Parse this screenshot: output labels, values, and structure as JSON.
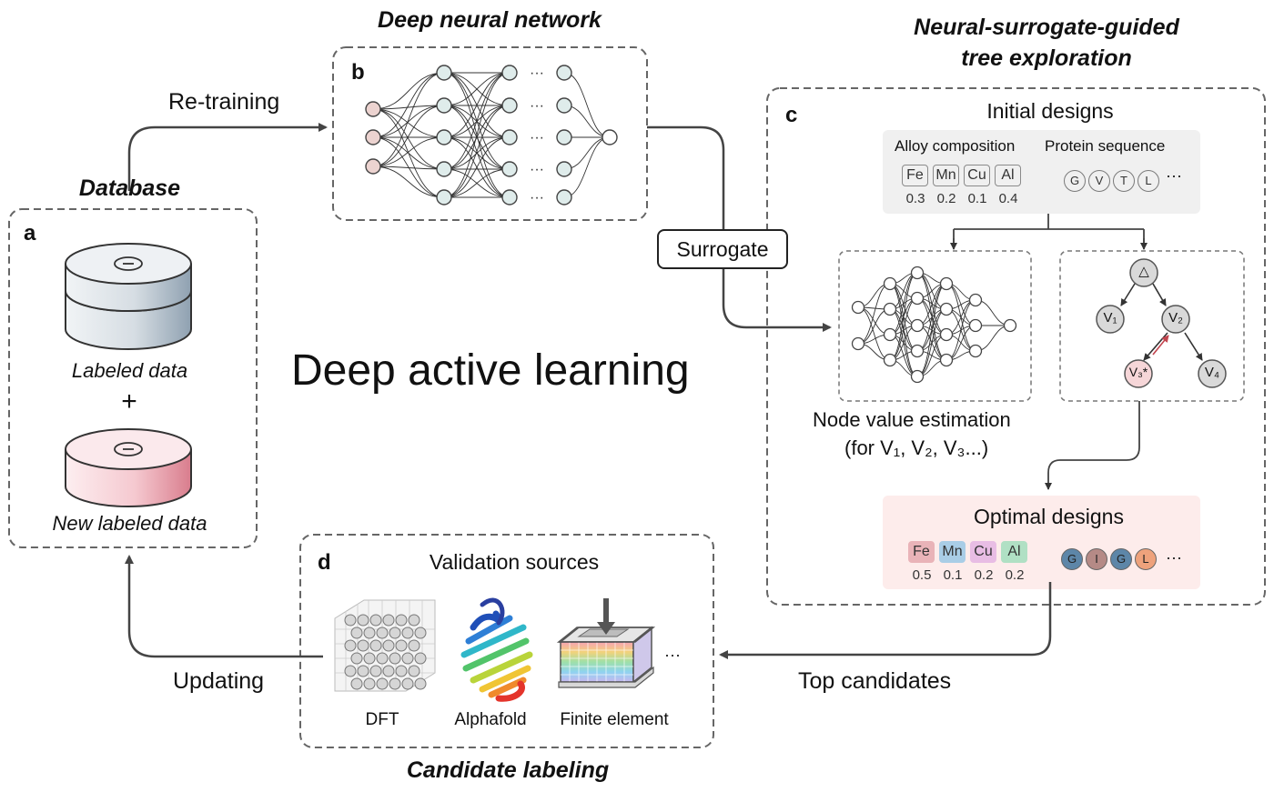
{
  "main_title": "Deep active learning",
  "database": {
    "title": "Database",
    "letter": "a",
    "labeled": "Labeled data",
    "plus": "+",
    "new_labeled": "New labeled data"
  },
  "dnn": {
    "title": "Deep neural network",
    "letter": "b",
    "dots": "···"
  },
  "exploration": {
    "title_line1": "Neural-surrogate-guided",
    "title_line2": "tree exploration",
    "letter": "c",
    "initial_designs": "Initial designs",
    "alloy_label": "Alloy composition",
    "protein_label": "Protein sequence",
    "initial_elements": [
      "Fe",
      "Mn",
      "Cu",
      "Al"
    ],
    "initial_fractions": [
      "0.3",
      "0.2",
      "0.1",
      "0.4"
    ],
    "initial_residues": [
      "G",
      "V",
      "T",
      "L"
    ],
    "ellipsis": "···",
    "node_value_line1": "Node value estimation",
    "node_value_line2": "(for V₁, V₂, V₃...)",
    "tree_root": "△",
    "tree_nodes": [
      "V₁",
      "V₂",
      "V₃*",
      "V₄"
    ],
    "optimal_designs": "Optimal designs",
    "optimal_elements": [
      "Fe",
      "Mn",
      "Cu",
      "Al"
    ],
    "optimal_fractions": [
      "0.5",
      "0.1",
      "0.2",
      "0.2"
    ],
    "optimal_residues": [
      "G",
      "I",
      "G",
      "L"
    ]
  },
  "labeling": {
    "title": "Candidate labeling",
    "letter": "d",
    "validation_sources": "Validation sources",
    "sources": [
      "DFT",
      "Alphafold",
      "Finite element"
    ],
    "ellipsis": "···"
  },
  "arrows": {
    "retraining": "Re-training",
    "surrogate": "Surrogate",
    "top_candidates": "Top candidates",
    "updating": "Updating"
  },
  "colors": {
    "fe": "#e9b3b8",
    "mn": "#a9cde6",
    "cu": "#e8bde4",
    "al": "#b0e0c4",
    "res_g": "#5d86a8",
    "res_i": "#b58a86",
    "res_l": "#eea27c",
    "input_node": "#ecd3d0",
    "hidden_node": "#dfeceb"
  }
}
